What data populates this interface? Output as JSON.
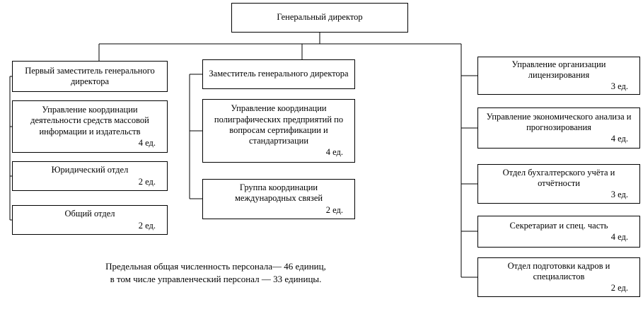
{
  "chart": {
    "root": {
      "label": "Генеральный директор"
    },
    "left": {
      "head": {
        "label": "Первый заместитель генерального директора"
      },
      "items": [
        {
          "label": "Управление координации деятельности средств массовой информации и издательств",
          "count": "4 ед."
        },
        {
          "label": "Юридический отдел",
          "count": "2 ед."
        },
        {
          "label": "Общий отдел",
          "count": "2 ед."
        }
      ]
    },
    "middle": {
      "head": {
        "label": "Заместитель генерального директора"
      },
      "items": [
        {
          "label": "Управление координации полиграфических предприятий по вопросам сертификации и стандартизации",
          "count": "4 ед."
        },
        {
          "label": "Группа координации международных связей",
          "count": "2 ед."
        }
      ]
    },
    "right": {
      "items": [
        {
          "label": "Управление организации лицензирования",
          "count": "3 ед."
        },
        {
          "label": "Управление экономического анализа и прогнозирования",
          "count": "4 ед."
        },
        {
          "label": "Отдел бухгалтерского учёта и отчётности",
          "count": "3 ед."
        },
        {
          "label": "Секретариат и спец. часть",
          "count": "4 ед."
        },
        {
          "label": "Отдел подготовки кадров и специалистов",
          "count": "2 ед."
        }
      ]
    },
    "footnote": {
      "line1": "Предельная общая численность персонала— 46 единиц,",
      "line2": "в том числе управленческий персонал — 33 единицы."
    }
  }
}
